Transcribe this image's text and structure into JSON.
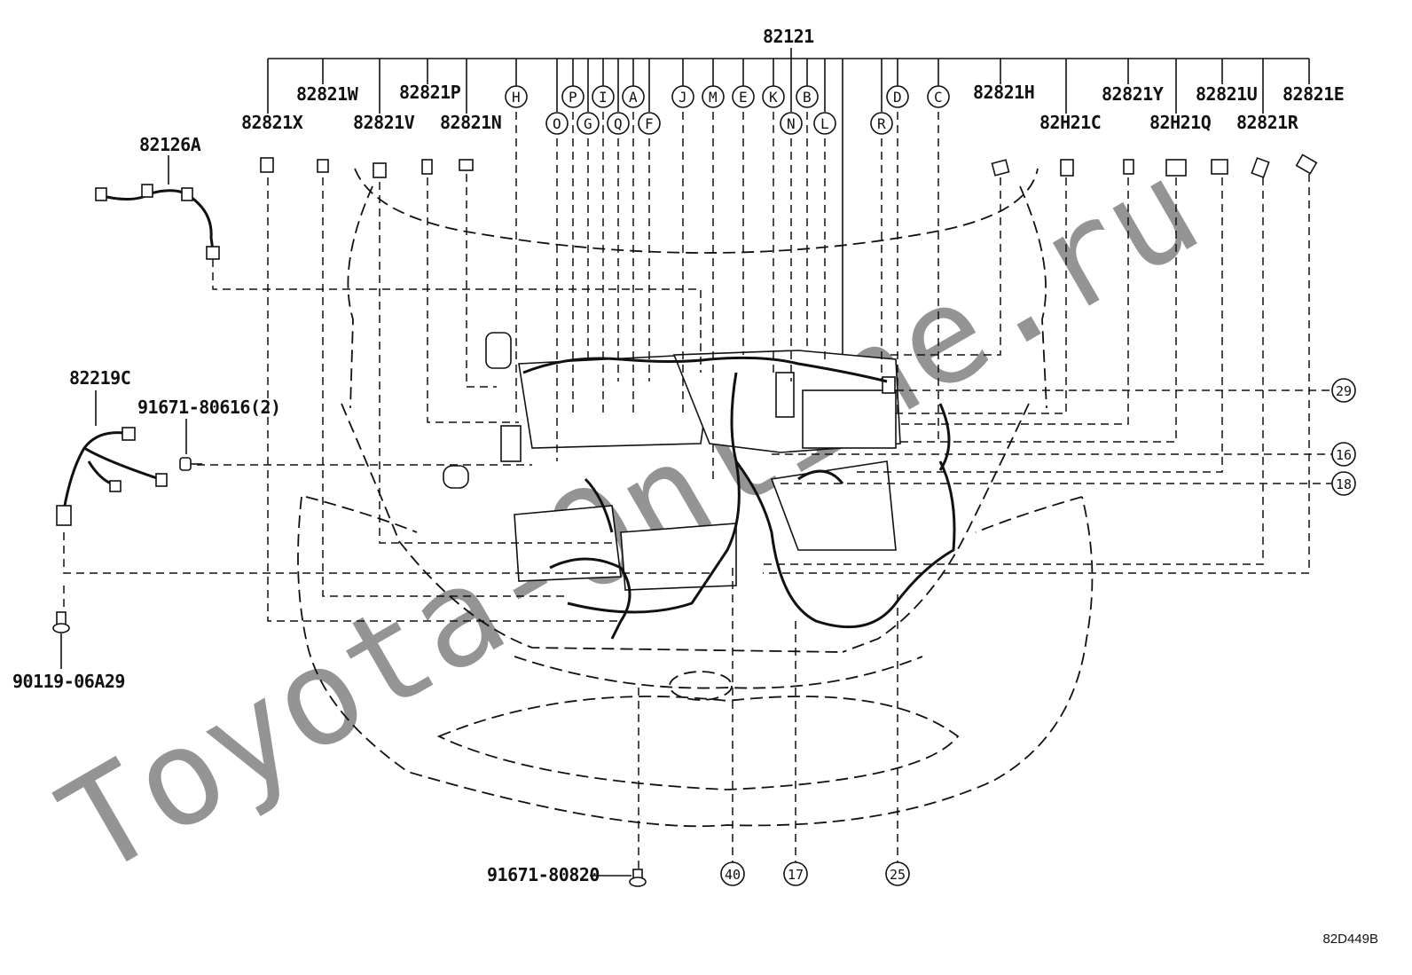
{
  "watermark": "Toyota-Online.ru",
  "ref_code": "82D449B",
  "main_part": "82121",
  "top_labels": {
    "p82821W": "82821W",
    "p82821X": "82821X",
    "p82821P": "82821P",
    "p82821V": "82821V",
    "p82821N": "82821N",
    "p82821H": "82821H",
    "p82821Y": "82821Y",
    "p82H21C": "82H21C",
    "p82821U": "82821U",
    "p82H21Q": "82H21Q",
    "p82821E": "82821E",
    "p82821R": "82821R"
  },
  "side_labels": {
    "p82126A": "82126A",
    "p82219C": "82219C",
    "bolt1": "91671-80616(2)",
    "bolt2": "90119-06A29",
    "bolt3": "91671-80820"
  },
  "connectors": {
    "H": "H",
    "O": "O",
    "P": "P",
    "G": "G",
    "I": "I",
    "Q": "Q",
    "A": "A",
    "F": "F",
    "J": "J",
    "M": "M",
    "E": "E",
    "K": "K",
    "N": "N",
    "B": "B",
    "L": "L",
    "R": "R",
    "D": "D",
    "C": "C"
  },
  "callouts": {
    "c29": "29",
    "c16": "16",
    "c18": "18",
    "c40": "40",
    "c17": "17",
    "c25": "25"
  }
}
